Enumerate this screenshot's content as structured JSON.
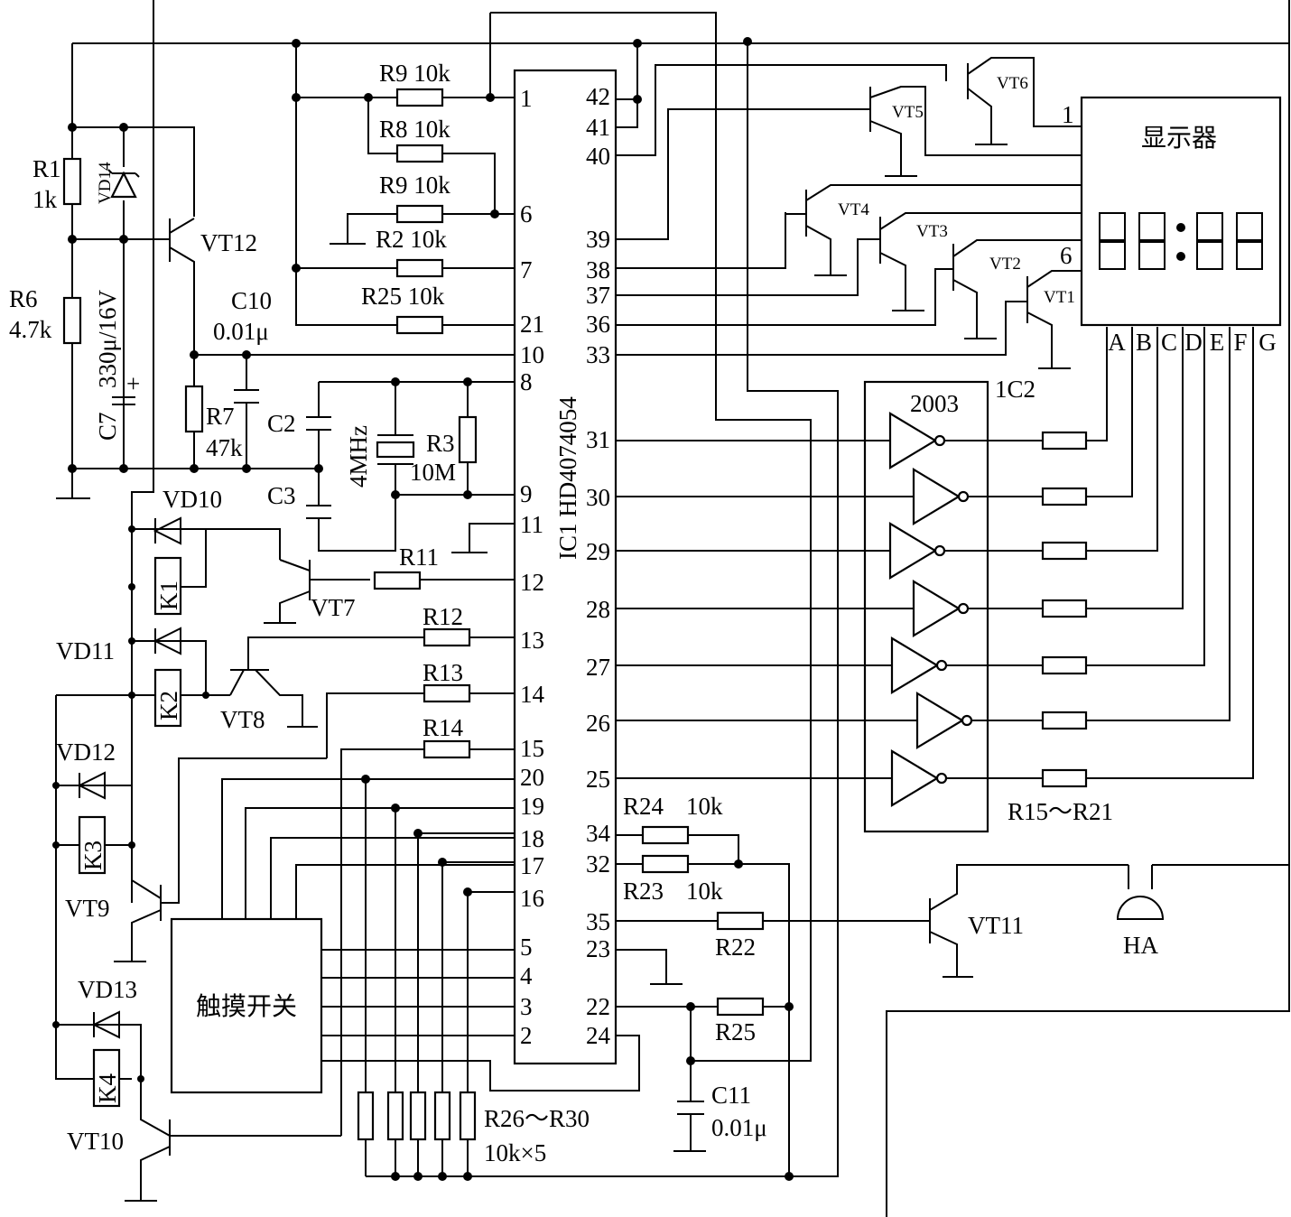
{
  "ic1": {
    "name": "IC1  HD4074054",
    "left_pins": [
      "1",
      "6",
      "7",
      "21",
      "10",
      "8",
      "9",
      "11",
      "12",
      "13",
      "14",
      "15",
      "20",
      "19",
      "18",
      "17",
      "16",
      "5",
      "4",
      "3",
      "2"
    ],
    "right_pins": [
      "42",
      "41",
      "40",
      "39",
      "38",
      "37",
      "36",
      "33",
      "31",
      "30",
      "29",
      "28",
      "27",
      "26",
      "25",
      "34",
      "32",
      "35",
      "23",
      "22",
      "24"
    ]
  },
  "ic2": {
    "name": "1C2",
    "part": "2003"
  },
  "display": {
    "title": "显示器",
    "pin_first": "1",
    "pin_last": "6",
    "segments": [
      "A",
      "B",
      "C",
      "D",
      "E",
      "F",
      "G"
    ]
  },
  "touch_switch": "触摸开关",
  "labels": {
    "r9_top": "R9 10k",
    "r8": "R8 10k",
    "r9_mid": "R9 10k",
    "r2": "R2 10k",
    "r25_top": "R25 10k",
    "r1": "R1",
    "r1_val": "1k",
    "vd14": "VD14",
    "r6": "R6",
    "r6_val": "4.7k",
    "c7": "C7",
    "c7_val": "330μ/16V",
    "c7_plus": "+",
    "vt12": "VT12",
    "c10": "C10",
    "c10_val": "0.01μ",
    "r7": "R7",
    "r7_val": "47k",
    "c2": "C2",
    "c3": "C3",
    "xtal": "4MHz",
    "r3": "R3",
    "r3_val": "10M",
    "vd10": "VD10",
    "k1": "K1",
    "vt7": "VT7",
    "r11": "R11",
    "vd11": "VD11",
    "k2": "K2",
    "vt8": "VT8",
    "r12": "R12",
    "r13": "R13",
    "r14": "R14",
    "vd12": "VD12",
    "k3": "K3",
    "vt9": "VT9",
    "vd13": "VD13",
    "k4": "K4",
    "vt10": "VT10",
    "r26_30": "R26～R30",
    "r26_30_val": "10k×5",
    "vt6": "VT6",
    "vt5": "VT5",
    "vt4": "VT4",
    "vt3": "VT3",
    "vt2": "VT2",
    "vt1": "VT1",
    "r15_21": "R15～R21",
    "r24": "R24",
    "r24_val": "10k",
    "r23": "R23",
    "r23_val": "10k",
    "r22": "R22",
    "vt11": "VT11",
    "ha": "HA",
    "r25_bottom": "R25",
    "c11": "C11",
    "c11_val": "0.01μ"
  }
}
